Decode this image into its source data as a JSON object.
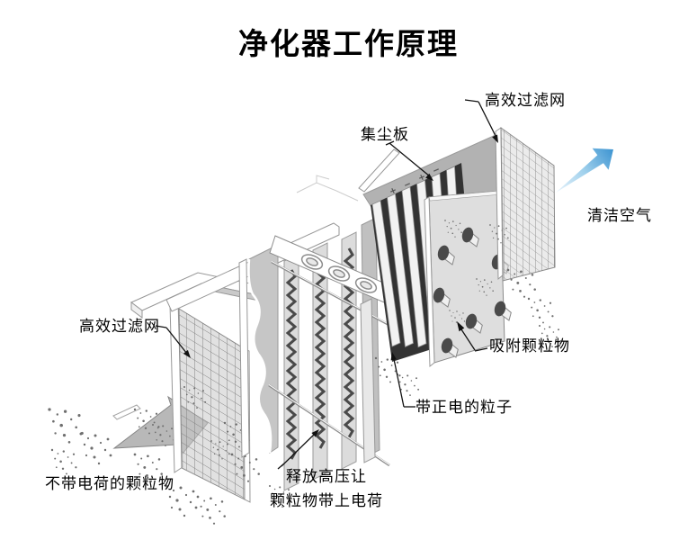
{
  "title": "净化器工作原理",
  "labels": {
    "hepa_top": "高效过滤网",
    "dust_plate": "集尘板",
    "clean_air": "清洁空气",
    "hepa_left": "高效过滤网",
    "adsorb": "吸附颗粒物",
    "charged": "带正电的粒子",
    "discharge_line1": "释放高压让",
    "discharge_line2": "颗粒物带上电荷",
    "uncharged": "不带电荷的颗粒物"
  },
  "colors": {
    "clean_air_arrow": "#3d94d1",
    "intake_arrow": "#b8b8b8",
    "diagram_outline": "#8a8a8a",
    "plate_dark": "#333333",
    "background": "#ffffff",
    "label_text": "#000000"
  }
}
